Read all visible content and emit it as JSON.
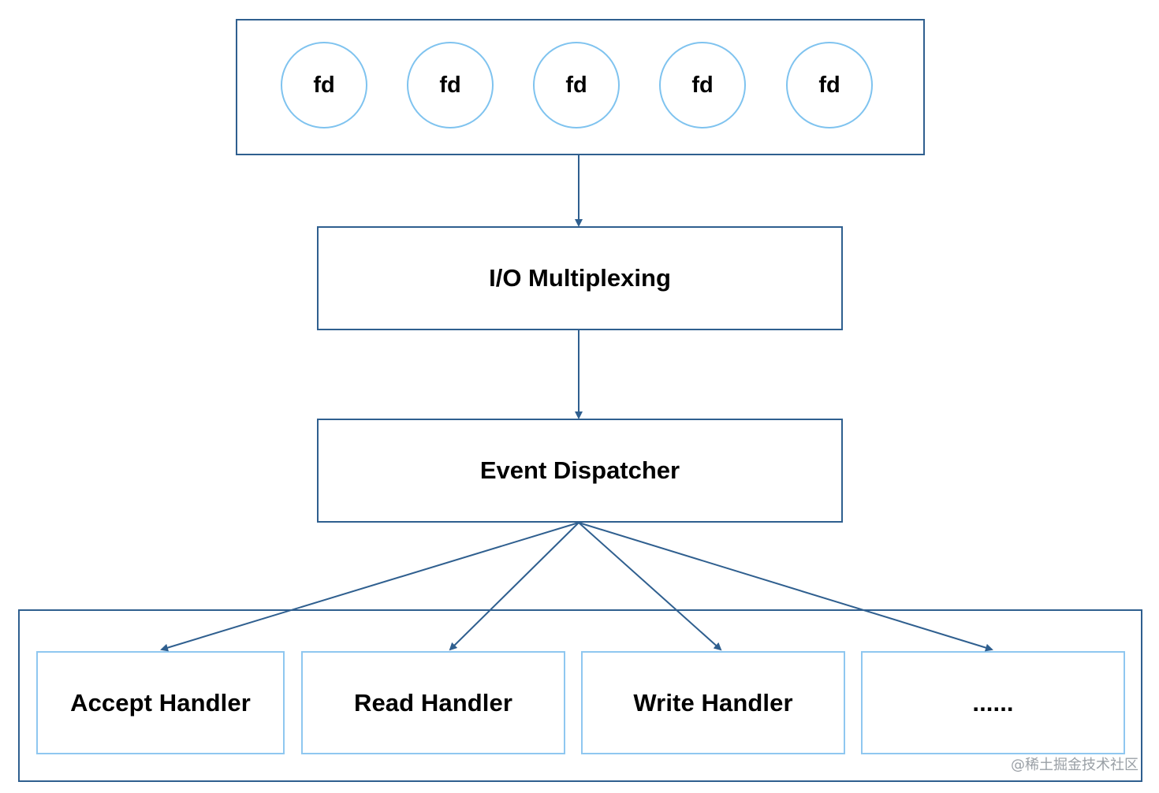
{
  "fd_labels": [
    "fd",
    "fd",
    "fd",
    "fd",
    "fd"
  ],
  "io_multiplexing": "I/O Multiplexing",
  "event_dispatcher": "Event Dispatcher",
  "handlers": [
    "Accept Handler",
    "Read Handler",
    "Write Handler",
    "......"
  ],
  "watermark": "@稀土掘金技术社区",
  "colors": {
    "dark_border": "#2f5f8f",
    "light_border": "#8fc7f0",
    "circle_border": "#7fc3ef",
    "watermark": "#9aa0a6"
  }
}
